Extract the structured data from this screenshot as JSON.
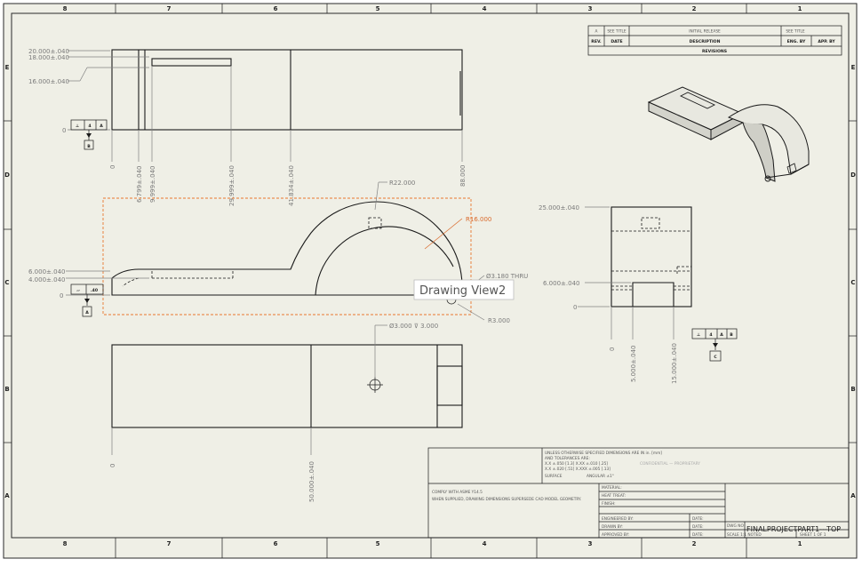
{
  "zones": {
    "columns": [
      "8",
      "7",
      "6",
      "5",
      "4",
      "3",
      "2",
      "1"
    ],
    "rows": [
      "E",
      "D",
      "C",
      "B",
      "A"
    ]
  },
  "revisions": {
    "row": {
      "rev": "A",
      "zone": "SEE TITLE",
      "description": "INITIAL RELEASE",
      "eng_by": "SEE TITLE"
    },
    "header": {
      "rev": "REV.",
      "date": "DATE",
      "description": "DESCRIPTION",
      "eng_by": "ENG. BY",
      "app_by": "APP. BY"
    },
    "title": "REVISIONS"
  },
  "top_view": {
    "dims": [
      "20.000±.040",
      "18.000±.040",
      "16.000±.040"
    ],
    "baseline": "0",
    "vertical_dims": [
      "0",
      "6.799±.040",
      "9.999±.040",
      "29.999±.040",
      "41.834±.040",
      "88.000"
    ],
    "fcf": {
      "symbol": "⊥",
      "tol": "4",
      "datum": "A"
    },
    "datum": "B"
  },
  "front_view": {
    "r_outer": "R22.000",
    "r_inner": "R16.000",
    "hole": "Ø3.180 THRU",
    "r_small": "R3.000",
    "dims": [
      "6.000±.040",
      "4.000±.040"
    ],
    "baseline": "0",
    "fcf": {
      "symbol": "▱",
      "tol": ".40"
    },
    "datum": "A",
    "tooltip": "Drawing View2"
  },
  "bottom_view": {
    "hole": "Ø3.000 ⊽ 3.000",
    "vertical_dims": [
      "0",
      "50.000±.040"
    ]
  },
  "side_view": {
    "dims": [
      "25.000±.040",
      "6.000±.040"
    ],
    "baseline": "0",
    "vertical_dims": [
      "0",
      "5.000±.040",
      "15.000±.040"
    ],
    "fcf": {
      "symbol": "⊥",
      "tol": "4",
      "datum_a": "A",
      "datum_b": "B"
    },
    "datum": "C"
  },
  "title_block": {
    "notes": "UNLESS OTHERWISE SPECIFIED DIMENSIONS ARE IN in. [mm]",
    "tol_head": "AND TOLERANCES ARE:",
    "tol1": "X.X ±.050 [1.3]    X.XX ±.010 [.25]",
    "tol2": "X.X ±.020 [.51]    X.XXX ±.005 [.13]",
    "surface": "SURFACE",
    "angle": "ANGULAR ±1°",
    "confidential": "CONFIDENTIAL — PROPRIETARY",
    "comply": "COMPLY WITH ASME Y14.5",
    "model_note": "WHEN SUPPLIED, DRAWING DIMENSIONS SUPERSEDE CAD MODEL GEOMETRY.",
    "material": "MATERIAL:",
    "heat": "HEAT TREAT:",
    "finish": "FINISH:",
    "engineered": "ENGINEERED BY:",
    "drawn": "DRAWN BY:",
    "approved": "APPROVED BY:",
    "date": "DATE:",
    "dwg_no_label": "DWG NO",
    "dwg_no": "FINALPROJECTPART1---TOP",
    "scale": "SCALE 1:1  NOTED",
    "sheet": "SHEET 1 OF 1"
  }
}
